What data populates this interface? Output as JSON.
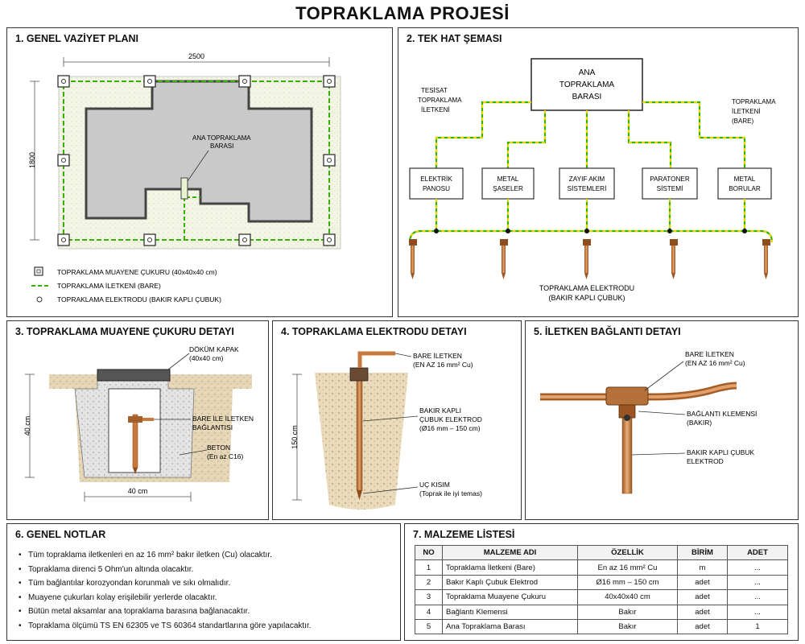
{
  "title": "TOPRAKLAMA PROJESİ",
  "colors": {
    "conductor_green": "#38b000",
    "conductor_yellow": "#e8d400",
    "copper": "#c87a3c",
    "building_fill": "#c9c9c9"
  },
  "plan": {
    "heading": "1. GENEL VAZİYET PLANI",
    "dim_width": "2500",
    "dim_height": "1800",
    "bus_label_1": "ANA TOPRAKLAMA",
    "bus_label_2": "BARASI",
    "legend": [
      {
        "icon": "inspection-pit-icon",
        "text": "TOPRAKLAMA MUAYENE ÇUKURU (40x40x40 cm)"
      },
      {
        "icon": "conductor-line-icon",
        "text": "TOPRAKLAMA İLETKENİ (BARE)"
      },
      {
        "icon": "electrode-icon",
        "text": "TOPRAKLAMA ELEKTRODU (BAKIR KAPLI ÇUBUK)"
      }
    ]
  },
  "single_line": {
    "heading": "2. TEK HAT ŞEMASI",
    "main_bus": [
      "ANA",
      "TOPRAKLAMA",
      "BARASI"
    ],
    "left_label": [
      "TESİSAT",
      "TOPRAKLAMA",
      "İLETKENİ"
    ],
    "right_label": [
      "TOPRAKLAMA",
      "İLETKENİ",
      "(BARE)"
    ],
    "boxes": [
      [
        "ELEKTRİK",
        "PANOSU"
      ],
      [
        "METAL",
        "ŞASELER"
      ],
      [
        "ZAYIF AKIM",
        "SİSTEMLERİ"
      ],
      [
        "PARATONER",
        "SİSTEMİ"
      ],
      [
        "METAL",
        "BORULAR"
      ]
    ],
    "electrode_label": [
      "TOPRAKLAMA ELEKTRODU",
      "(BAKIR KAPLI ÇUBUK)"
    ]
  },
  "pit_detail": {
    "heading": "3. TOPRAKLAMA MUAYENE ÇUKURU DETAYI",
    "cover_label": [
      "DÖKÜM KAPAK",
      "(40x40 cm)"
    ],
    "connection_label": [
      "BARE İLE İLETKEN",
      "BAĞLANTISI"
    ],
    "concrete_label": [
      "BETON",
      "(En az C16)"
    ],
    "dim_height": "40 cm",
    "dim_width": "40 cm"
  },
  "electrode_detail": {
    "heading": "4. TOPRAKLAMA ELEKTRODU DETAYI",
    "bare_label": [
      "BARE İLETKEN",
      "(EN AZ 16 mm² Cu)"
    ],
    "rod_label": [
      "BAKIR KAPLI",
      "ÇUBUK ELEKTROD",
      "(Ø16 mm – 150 cm)"
    ],
    "tip_label": [
      "UÇ KISIM",
      "(Toprak ile iyi temas)"
    ],
    "dim_height": "150 cm"
  },
  "connection_detail": {
    "heading": "5. İLETKEN BAĞLANTI DETAYI",
    "bare_label": [
      "BARE İLETKEN",
      "(EN AZ 16 mm² Cu)"
    ],
    "clamp_label": [
      "BAĞLANTI KLEMENSİ",
      "(BAKIR)"
    ],
    "rod_label": [
      "BAKIR KAPLI ÇUBUK",
      "ELEKTROD"
    ]
  },
  "notes": {
    "heading": "6. GENEL NOTLAR",
    "items": [
      "Tüm topraklama iletkenleri en az 16 mm² bakır iletken (Cu) olacaktır.",
      "Topraklama direnci 5 Ohm'un altında olacaktır.",
      "Tüm bağlantılar korozyondan korunmalı ve sıkı olmalıdır.",
      "Muayene çukurları kolay erişilebilir yerlerde olacaktır.",
      "Bütün metal aksamlar ana topraklama barasına bağlanacaktır.",
      "Topraklama ölçümü TS EN 62305 ve TS 60364 standartlarına göre yapılacaktır."
    ]
  },
  "materials": {
    "heading": "7. MALZEME LİSTESİ",
    "columns": [
      "NO",
      "MALZEME ADI",
      "ÖZELLİK",
      "BİRİM",
      "ADET"
    ],
    "rows": [
      [
        "1",
        "Topraklama İletkeni (Bare)",
        "En az 16 mm² Cu",
        "m",
        "..."
      ],
      [
        "2",
        "Bakır Kaplı Çubuk Elektrod",
        "Ø16 mm – 150 cm",
        "adet",
        "..."
      ],
      [
        "3",
        "Topraklama Muayene Çukuru",
        "40x40x40 cm",
        "adet",
        "..."
      ],
      [
        "4",
        "Bağlantı Klemensi",
        "Bakır",
        "adet",
        "..."
      ],
      [
        "5",
        "Ana Topraklama Barası",
        "Bakır",
        "adet",
        "1"
      ]
    ]
  }
}
